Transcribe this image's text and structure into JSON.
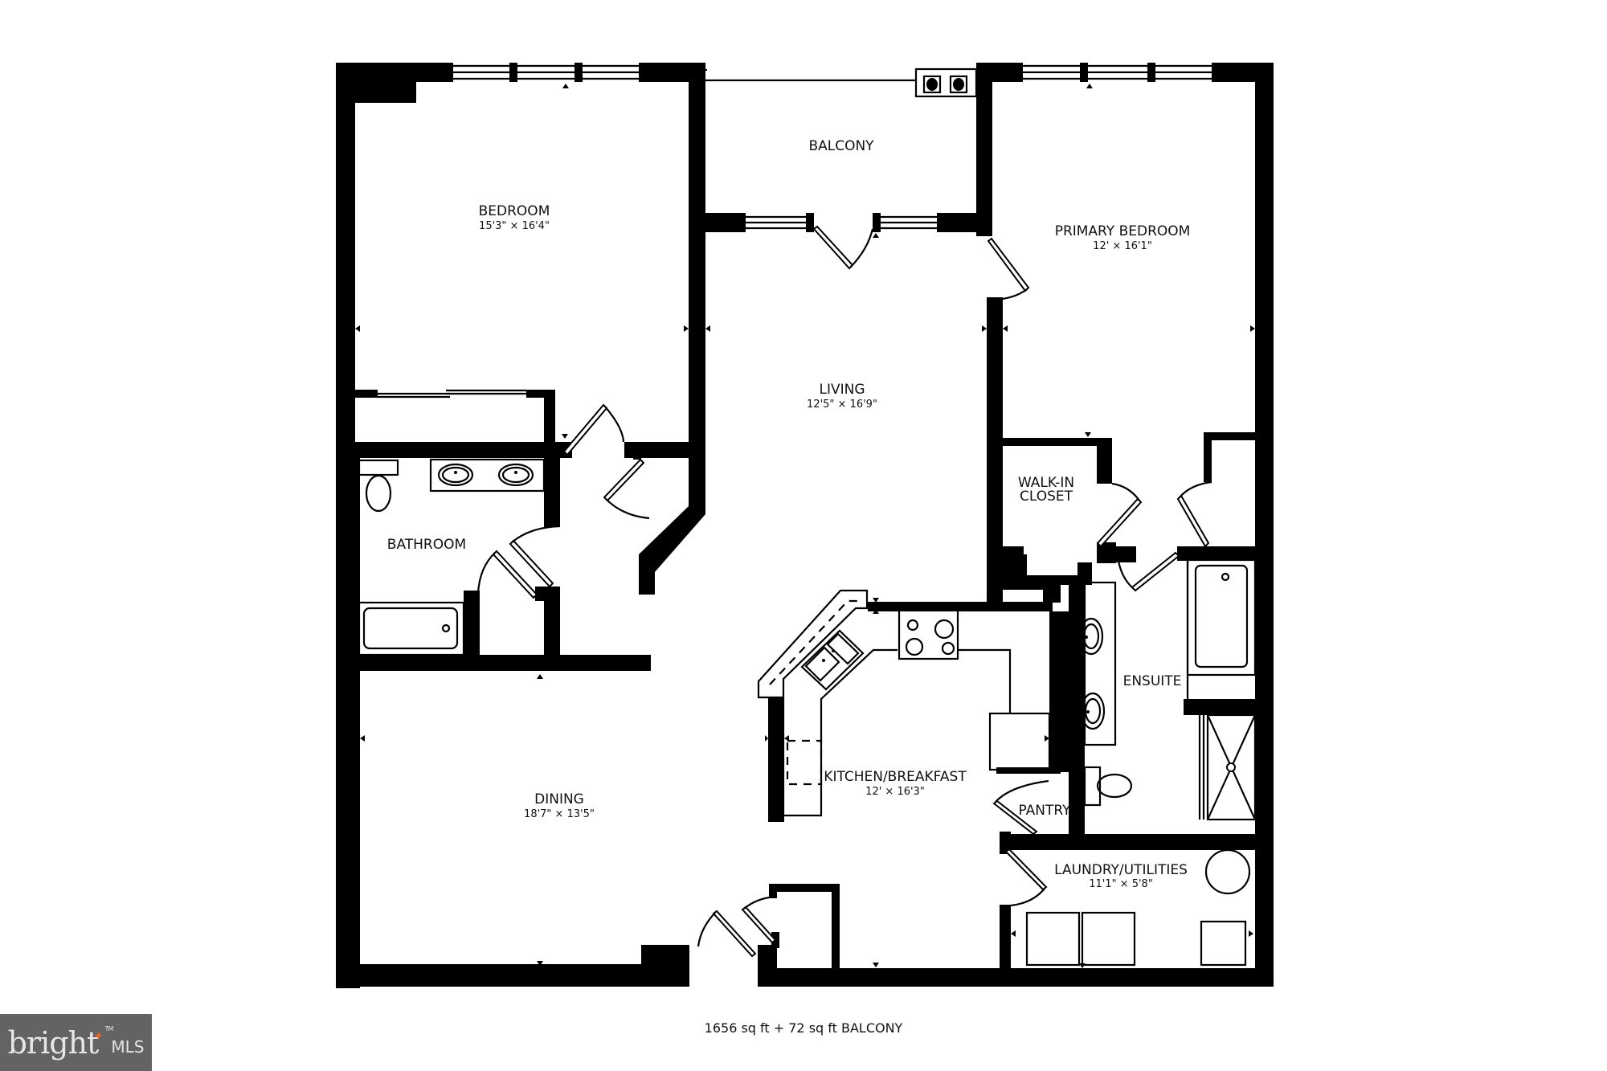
{
  "plan": {
    "total_area": "1656 sq ft + 72 sq ft BALCONY",
    "colors": {
      "wall": "#000000",
      "background": "#ffffff",
      "logo_bg": "#636363",
      "logo_accent": "#e0662b"
    },
    "rooms": {
      "bedroom": {
        "name": "BEDROOM",
        "dims": "15'3\" × 16'4\""
      },
      "balcony": {
        "name": "BALCONY",
        "dims": ""
      },
      "primary_bedroom": {
        "name": "PRIMARY BEDROOM",
        "dims": "12' × 16'1\""
      },
      "living": {
        "name": "LIVING",
        "dims": "12'5\" × 16'9\""
      },
      "walk_in_closet": {
        "name_line1": "WALK-IN",
        "name_line2": "CLOSET"
      },
      "bathroom": {
        "name": "BATHROOM"
      },
      "ensuite": {
        "name": "ENSUITE"
      },
      "kitchen": {
        "name": "KITCHEN/BREAKFAST",
        "dims": "12' × 16'3\""
      },
      "pantry": {
        "name": "PANTRY"
      },
      "dining": {
        "name": "DINING",
        "dims": "18'7\" × 13'5\""
      },
      "laundry": {
        "name": "LAUNDRY/UTILITIES",
        "dims": "11'1\" × 5'8\""
      }
    }
  },
  "logo": {
    "word": "bright",
    "suffix": "MLS",
    "tm": "TM"
  }
}
